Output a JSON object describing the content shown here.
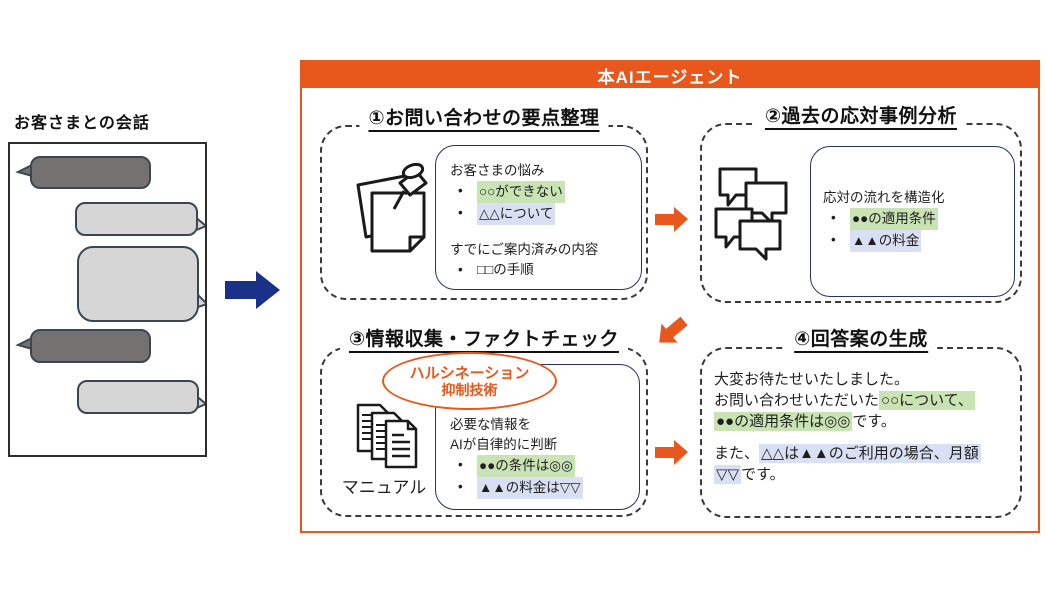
{
  "bullet_char": "•",
  "left_panel": {
    "title": "お客さまとの会話",
    "bubbles": [
      "customer-dark",
      "agent-light",
      "agent-light-large",
      "customer-dark",
      "agent-light"
    ]
  },
  "agent": {
    "title": "本AIエージェント",
    "step1": {
      "title": "①お問い合わせの要点整理",
      "heading1": "お客さまの悩み",
      "bullet1": "○○ができない",
      "bullet2": "△△について",
      "heading2": "すでにご案内済みの内容",
      "bullet3": "□□の手順"
    },
    "step2": {
      "title": "②過去の応対事例分析",
      "heading": "応対の流れを構造化",
      "bullet1": "●●の適用条件",
      "bullet2": "▲▲の料金"
    },
    "step3": {
      "title": "③情報収集・ファクトチェック",
      "badge_line1": "ハルシネーション",
      "badge_line2": "抑制技術",
      "icon_label": "マニュアル",
      "heading1": "必要な情報を",
      "heading2": "AIが自律的に判断",
      "bullet1": "●●の条件は◎◎",
      "bullet2": "▲▲の料金は▽▽"
    },
    "step4": {
      "title": "④回答案の生成",
      "line1": "大変お待たせいたしました。",
      "line2_plain": "お問い合わせいただいた",
      "line2_green": "○○について、",
      "line3_green": "●●の適用条件は◎◎",
      "line3_plain": "です。",
      "line4_plain": "また、",
      "line4_blue": "△△は▲▲のご利用の場合、月額",
      "line5_blue": "▽▽",
      "line5_plain": "です。"
    }
  },
  "colors": {
    "accent_orange": "#E8581C",
    "arrow_navy": "#1B3189",
    "highlight_green": "#C9E3B5",
    "highlight_blue": "#DAE0F3",
    "bubble_dark": "#767171",
    "bubble_light": "#D6D6D6",
    "inner_rect_border": "#27355B"
  },
  "icons": [
    "pinned-note-icon",
    "chat-bubbles-icon",
    "documents-icon",
    "block-arrow-right-icon",
    "block-arrow-down-left-icon"
  ]
}
